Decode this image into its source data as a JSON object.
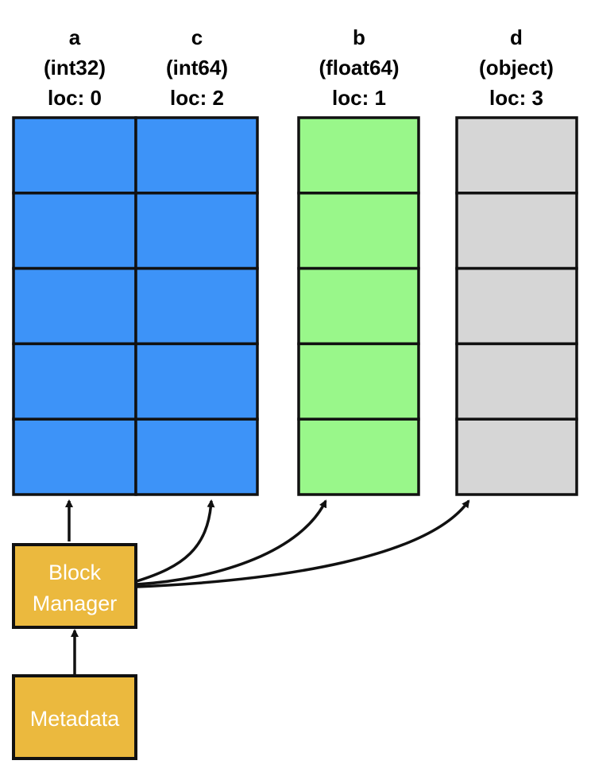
{
  "colors": {
    "blue_block": "#3d93f8",
    "green_block": "#99f78a",
    "gray_block": "#d6d6d6",
    "manager_box": "#ebb93e",
    "outline": "#111111"
  },
  "columns": [
    {
      "name": "a",
      "dtype": "(int32)",
      "loc": "loc: 0",
      "color_key": "blue_block"
    },
    {
      "name": "c",
      "dtype": "(int64)",
      "loc": "loc: 2",
      "color_key": "blue_block"
    },
    {
      "name": "b",
      "dtype": "(float64)",
      "loc": "loc: 1",
      "color_key": "green_block"
    },
    {
      "name": "d",
      "dtype": "(object)",
      "loc": "loc: 3",
      "color_key": "gray_block"
    }
  ],
  "rows_per_block": 5,
  "block_manager": {
    "line1": "Block",
    "line2": "Manager"
  },
  "metadata": {
    "label": "Metadata"
  }
}
